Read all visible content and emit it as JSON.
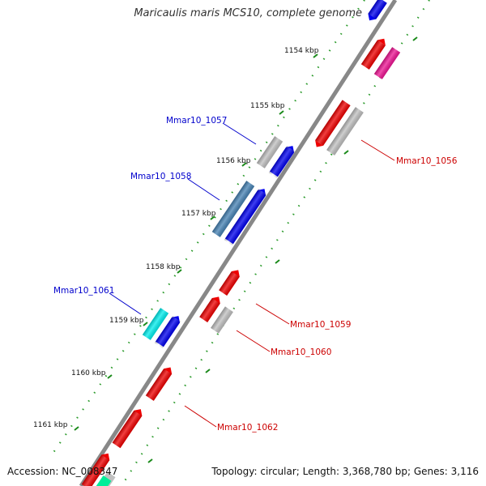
{
  "title": "Maricaulis maris MCS10, complete genome",
  "footer": {
    "accession": "Accession: NC_008347",
    "summary": "Topology: circular; Length: 3,368,780 bp; Genes: 3,116"
  },
  "scale": {
    "ticks": [
      "1154 kbp",
      "1155 kbp",
      "1156 kbp",
      "1157 kbp",
      "1158 kbp",
      "1159 kbp",
      "1160 kbp",
      "1161 kbp"
    ]
  },
  "genes": {
    "labels": [
      "Mmar10_1057",
      "Mmar10_1058",
      "Mmar10_1061",
      "Mmar10_1056",
      "Mmar10_1059",
      "Mmar10_1060",
      "Mmar10_1062"
    ]
  },
  "colors": {
    "backbone": "#888888",
    "tick": "#1a8a1a",
    "dot": "#2a9a2a",
    "forward_label": "#0000cc",
    "reverse_label": "#cc0000",
    "red": "#ee0000",
    "blue": "#0000ee",
    "gray": "#c0c0c0",
    "steelblue": "#4682b4",
    "cyan": "#00eeee",
    "pink": "#ee1493",
    "mint": "#00ee99"
  }
}
